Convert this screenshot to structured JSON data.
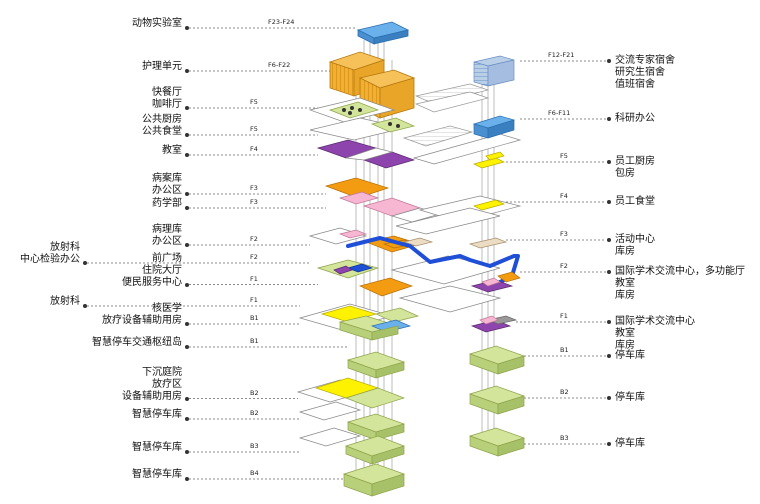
{
  "colors": {
    "green": "#d3e59a",
    "green_stroke": "#8fa34c",
    "white_slab": "#ffffff",
    "orange": "#f39c12",
    "purple": "#8e44ad",
    "pink": "#f7b6d2",
    "yellow": "#fff200",
    "blue": "#1f4fd6",
    "lightblue": "#6ab0ea",
    "beige": "#ecdcc4",
    "gray": "#999999"
  },
  "left_labels": [
    {
      "id": "animal-lab",
      "lines": [
        "动物实验室"
      ],
      "floor": "F23-F24"
    },
    {
      "id": "nursing-unit",
      "lines": [
        "护理单元"
      ],
      "floor": "F6-F22"
    },
    {
      "id": "cafe",
      "lines": [
        "快餐厅",
        "咖啡厅"
      ],
      "floor": "F5"
    },
    {
      "id": "public-kitchen",
      "lines": [
        "公共厨房",
        "公共食堂"
      ],
      "floor": "F5"
    },
    {
      "id": "classroom",
      "lines": [
        "教室"
      ],
      "floor": "F4"
    },
    {
      "id": "records",
      "lines": [
        "病案库",
        "办公区"
      ],
      "floor": "F3"
    },
    {
      "id": "pharmacy",
      "lines": [
        "药学部"
      ],
      "floor": "F3"
    },
    {
      "id": "pathology",
      "lines": [
        "病理库",
        "办公区"
      ],
      "floor": "F2"
    },
    {
      "id": "radiology-center",
      "lines": [
        "放射科",
        "中心检验办公"
      ],
      "floor": "F2"
    },
    {
      "id": "front-plaza",
      "lines": [
        "前广场",
        "住院大厅",
        "便民服务中心"
      ],
      "floor": "F1"
    },
    {
      "id": "radiology",
      "lines": [
        "放射科"
      ],
      "floor": "F1"
    },
    {
      "id": "nuclear-medicine",
      "lines": [
        "核医学",
        "放疗设备辅助用房"
      ],
      "floor": "B1"
    },
    {
      "id": "smart-parking-hub",
      "lines": [
        "智慧停车交通枢纽岛"
      ],
      "floor": "B1"
    },
    {
      "id": "sunken-courtyard",
      "lines": [
        "下沉庭院",
        "放疗区",
        "设备辅助用房"
      ],
      "floor": "B2"
    },
    {
      "id": "smart-parking-b2",
      "lines": [
        "智慧停车库"
      ],
      "floor": "B2"
    },
    {
      "id": "smart-parking-b3",
      "lines": [
        "智慧停车库"
      ],
      "floor": "B3"
    },
    {
      "id": "smart-parking-b4",
      "lines": [
        "智慧停车库"
      ],
      "floor": "B4"
    }
  ],
  "right_labels": [
    {
      "id": "dorms",
      "lines": [
        "交流专家宿舍",
        "研究生宿舍",
        "值班宿舍"
      ],
      "floor": "F12-F21"
    },
    {
      "id": "research-office",
      "lines": [
        "科研办公"
      ],
      "floor": "F6-F11"
    },
    {
      "id": "staff-kitchen",
      "lines": [
        "员工厨房",
        "包房"
      ],
      "floor": "F5"
    },
    {
      "id": "staff-canteen",
      "lines": [
        "员工食堂"
      ],
      "floor": "F4"
    },
    {
      "id": "activity-center",
      "lines": [
        "活动中心",
        "库房"
      ],
      "floor": "F3"
    },
    {
      "id": "exchange-f2",
      "lines": [
        "国际学术交流中心，多功能厅",
        "教室",
        "库房"
      ],
      "floor": "F2"
    },
    {
      "id": "exchange-f1",
      "lines": [
        "国际学术交流中心",
        "教室",
        "库房"
      ],
      "floor": "F1"
    },
    {
      "id": "parking-b1",
      "lines": [
        "停车库"
      ],
      "floor": "B1"
    },
    {
      "id": "parking-b2",
      "lines": [
        "停车库"
      ],
      "floor": "B2"
    },
    {
      "id": "parking-b3",
      "lines": [
        "停车库"
      ],
      "floor": "B3"
    }
  ]
}
